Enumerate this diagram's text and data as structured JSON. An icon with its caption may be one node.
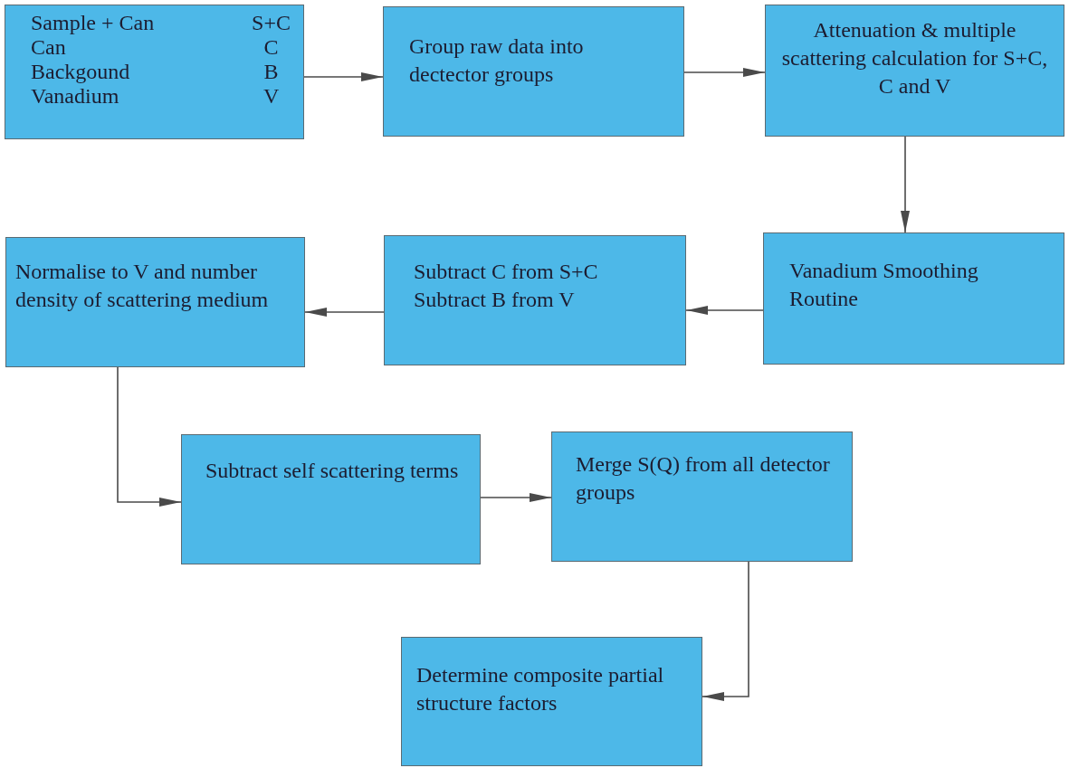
{
  "diagram": {
    "nodes": [
      {
        "text": [
          "Sample + Can",
          "S+C",
          "Can",
          "C",
          "Backgound",
          "B",
          "Vanadium",
          "V"
        ]
      },
      {
        "text": [
          "Group raw data into dectector groups"
        ]
      },
      {
        "text": [
          "Attenuation & multiple scattering calculation for S+C, C and V"
        ]
      },
      {
        "text": [
          "Vanadium Smoothing Routine"
        ]
      },
      {
        "text": [
          "Subtract C from S+C Subtract B from V"
        ]
      },
      {
        "text": [
          "Normalise to V and number density of scattering medium"
        ]
      },
      {
        "text": [
          "Subtract self scattering terms"
        ]
      },
      {
        "text": [
          "Merge S(Q) from all detector groups"
        ]
      },
      {
        "text": [
          "Determine composite partial structure factors"
        ]
      }
    ],
    "edges": [
      {
        "from": 0,
        "to": 1,
        "arrow": "to"
      },
      {
        "from": 1,
        "to": 2,
        "arrow": "to"
      },
      {
        "from": 2,
        "to": 3,
        "arrow": "to"
      },
      {
        "from": 3,
        "to": 4,
        "arrow": "to"
      },
      {
        "from": 4,
        "to": 5,
        "arrow": "to"
      },
      {
        "from": 5,
        "to": 6,
        "arrow": "to"
      },
      {
        "from": 6,
        "to": 7,
        "arrow": "to"
      },
      {
        "from": 7,
        "to": 8,
        "arrow": "to"
      }
    ]
  }
}
